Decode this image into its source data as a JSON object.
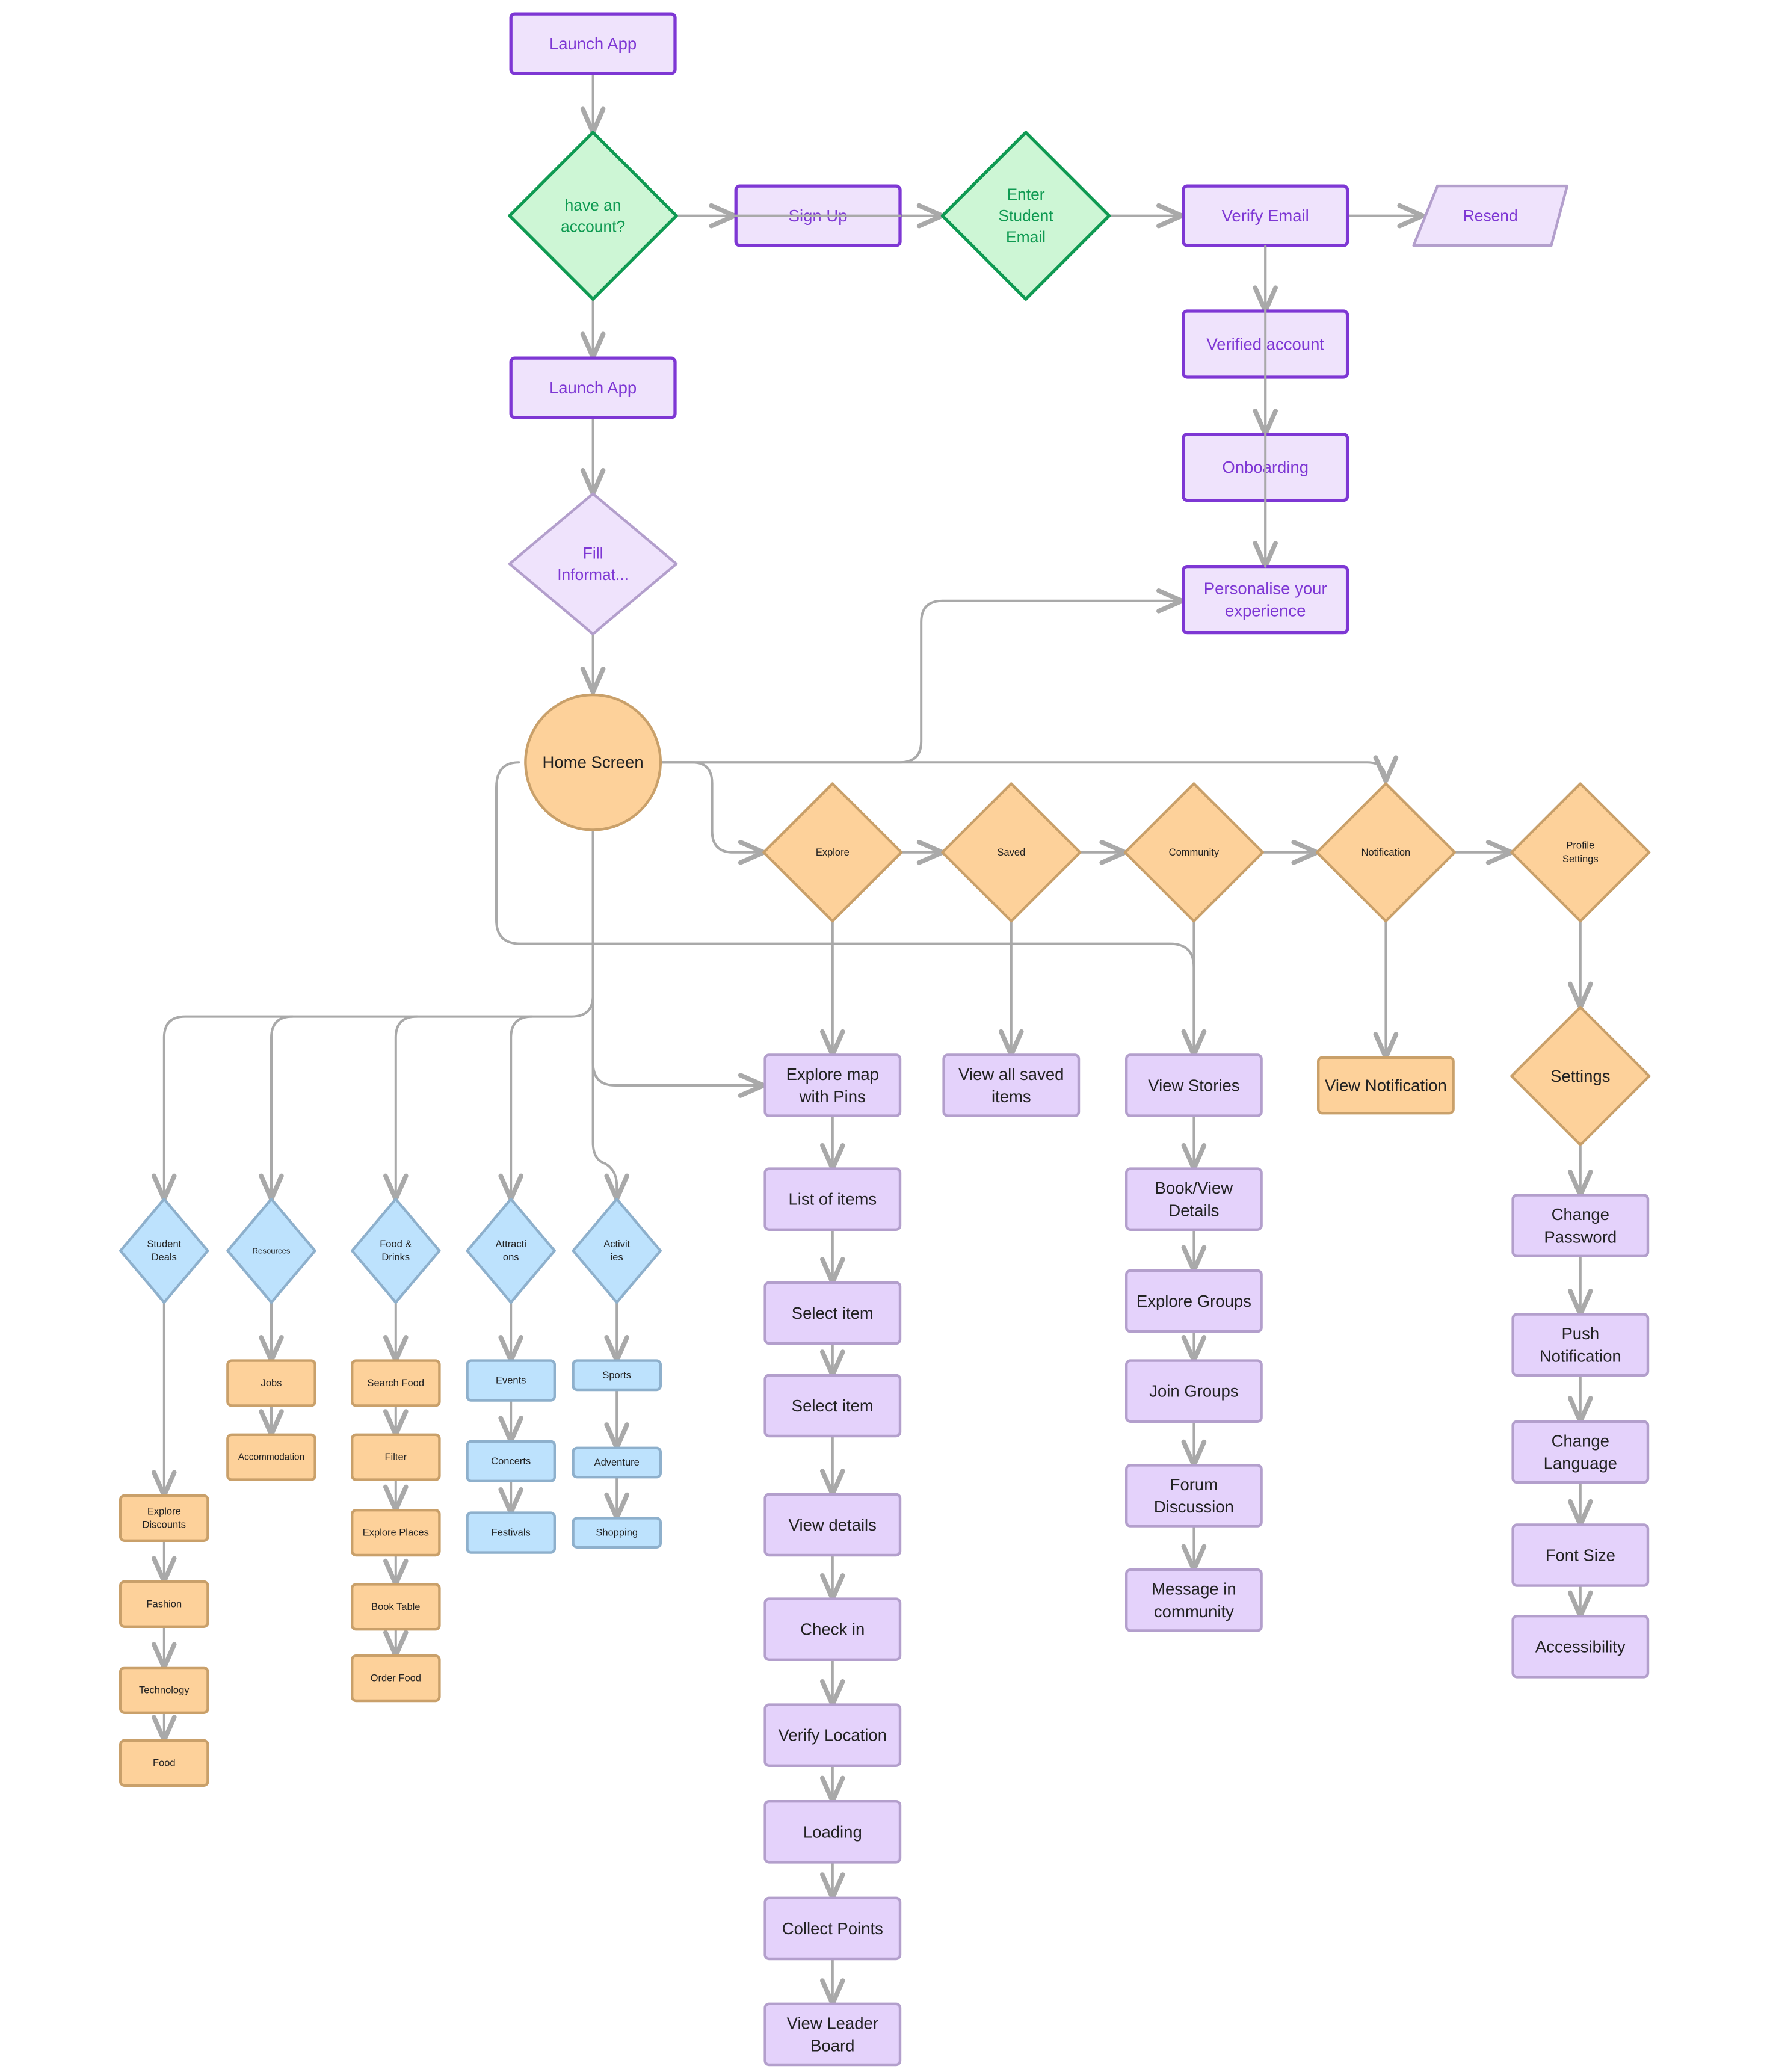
{
  "colors": {
    "purple_stroke": "#7e37d4",
    "purple_fill": "#efe3fc",
    "purple_text": "#7e37d4",
    "green_stroke": "#0f9a52",
    "green_fill": "#cdf6d5",
    "green_text": "#0f9a52",
    "lav_stroke": "#b39fcc",
    "lav_fill": "#e4d2fb",
    "lav_text": "#222222",
    "orange_stroke": "#c9a06a",
    "orange_fill": "#fdd19a",
    "orange_text": "#222222",
    "blue_stroke": "#8eb0cc",
    "blue_fill": "#bde2fd",
    "blue_text": "#222222",
    "edge": "#a9a9a9"
  },
  "nodes": {
    "launch_app_1": "Launch App",
    "have_account": [
      "have an",
      "account?"
    ],
    "sign_up": "Sign Up",
    "enter_student_email": [
      "Enter",
      "Student",
      "Email"
    ],
    "verify_email": "Verify Email",
    "resend": "Resend",
    "verified_account": "Verified account",
    "onboarding": "Onboarding",
    "personalise": [
      "Personalise your",
      "experience"
    ],
    "launch_app_2": "Launch App",
    "fill_information": [
      "Fill",
      "Informat..."
    ],
    "home_screen": "Home Screen",
    "explore": "Explore",
    "saved": "Saved",
    "community": "Community",
    "notification": "Notification",
    "profile_settings": [
      "Profile",
      "Settings"
    ],
    "settings": "Settings",
    "explore_map": [
      "Explore map",
      "with Pins"
    ],
    "view_all_saved": [
      "View all saved",
      "items"
    ],
    "view_stories": "View Stories",
    "view_notification": "View Notification",
    "list_of_items": "List of items",
    "select_item_1": "Select item",
    "select_item_2": "Select item",
    "view_details": "View details",
    "check_in": "Check in",
    "verify_location": "Verify Location",
    "loading": "Loading",
    "collect_points": "Collect Points",
    "view_leader_board": [
      "View Leader",
      "Board"
    ],
    "book_view_details": [
      "Book/View",
      "Details"
    ],
    "explore_groups": "Explore Groups",
    "join_groups": "Join Groups",
    "forum_discussion": [
      "Forum",
      "Discussion"
    ],
    "message_in_community": [
      "Message in",
      "community"
    ],
    "change_password": [
      "Change",
      "Password"
    ],
    "push_notification": [
      "Push",
      "Notification"
    ],
    "change_language": [
      "Change",
      "Language"
    ],
    "font_size": "Font Size",
    "accessibility": "Accessibility",
    "student_deals": [
      "Student",
      "Deals"
    ],
    "resources": "Resources",
    "food_drinks": [
      "Food &",
      "Drinks"
    ],
    "attractions": [
      "Attracti",
      "ons"
    ],
    "activities": [
      "Activit",
      "ies"
    ],
    "explore_discounts": [
      "Explore",
      "Discounts"
    ],
    "fashion": "Fashion",
    "technology": "Technology",
    "food": "Food",
    "jobs": "Jobs",
    "accommodation": "Accommodation",
    "search_food": "Search Food",
    "filter": "Filter",
    "explore_places": "Explore Places",
    "book_table": "Book Table",
    "order_food": "Order Food",
    "events": "Events",
    "concerts": "Concerts",
    "festivals": "Festivals",
    "sports": "Sports",
    "adventure": "Adventure",
    "shopping": "Shopping"
  }
}
